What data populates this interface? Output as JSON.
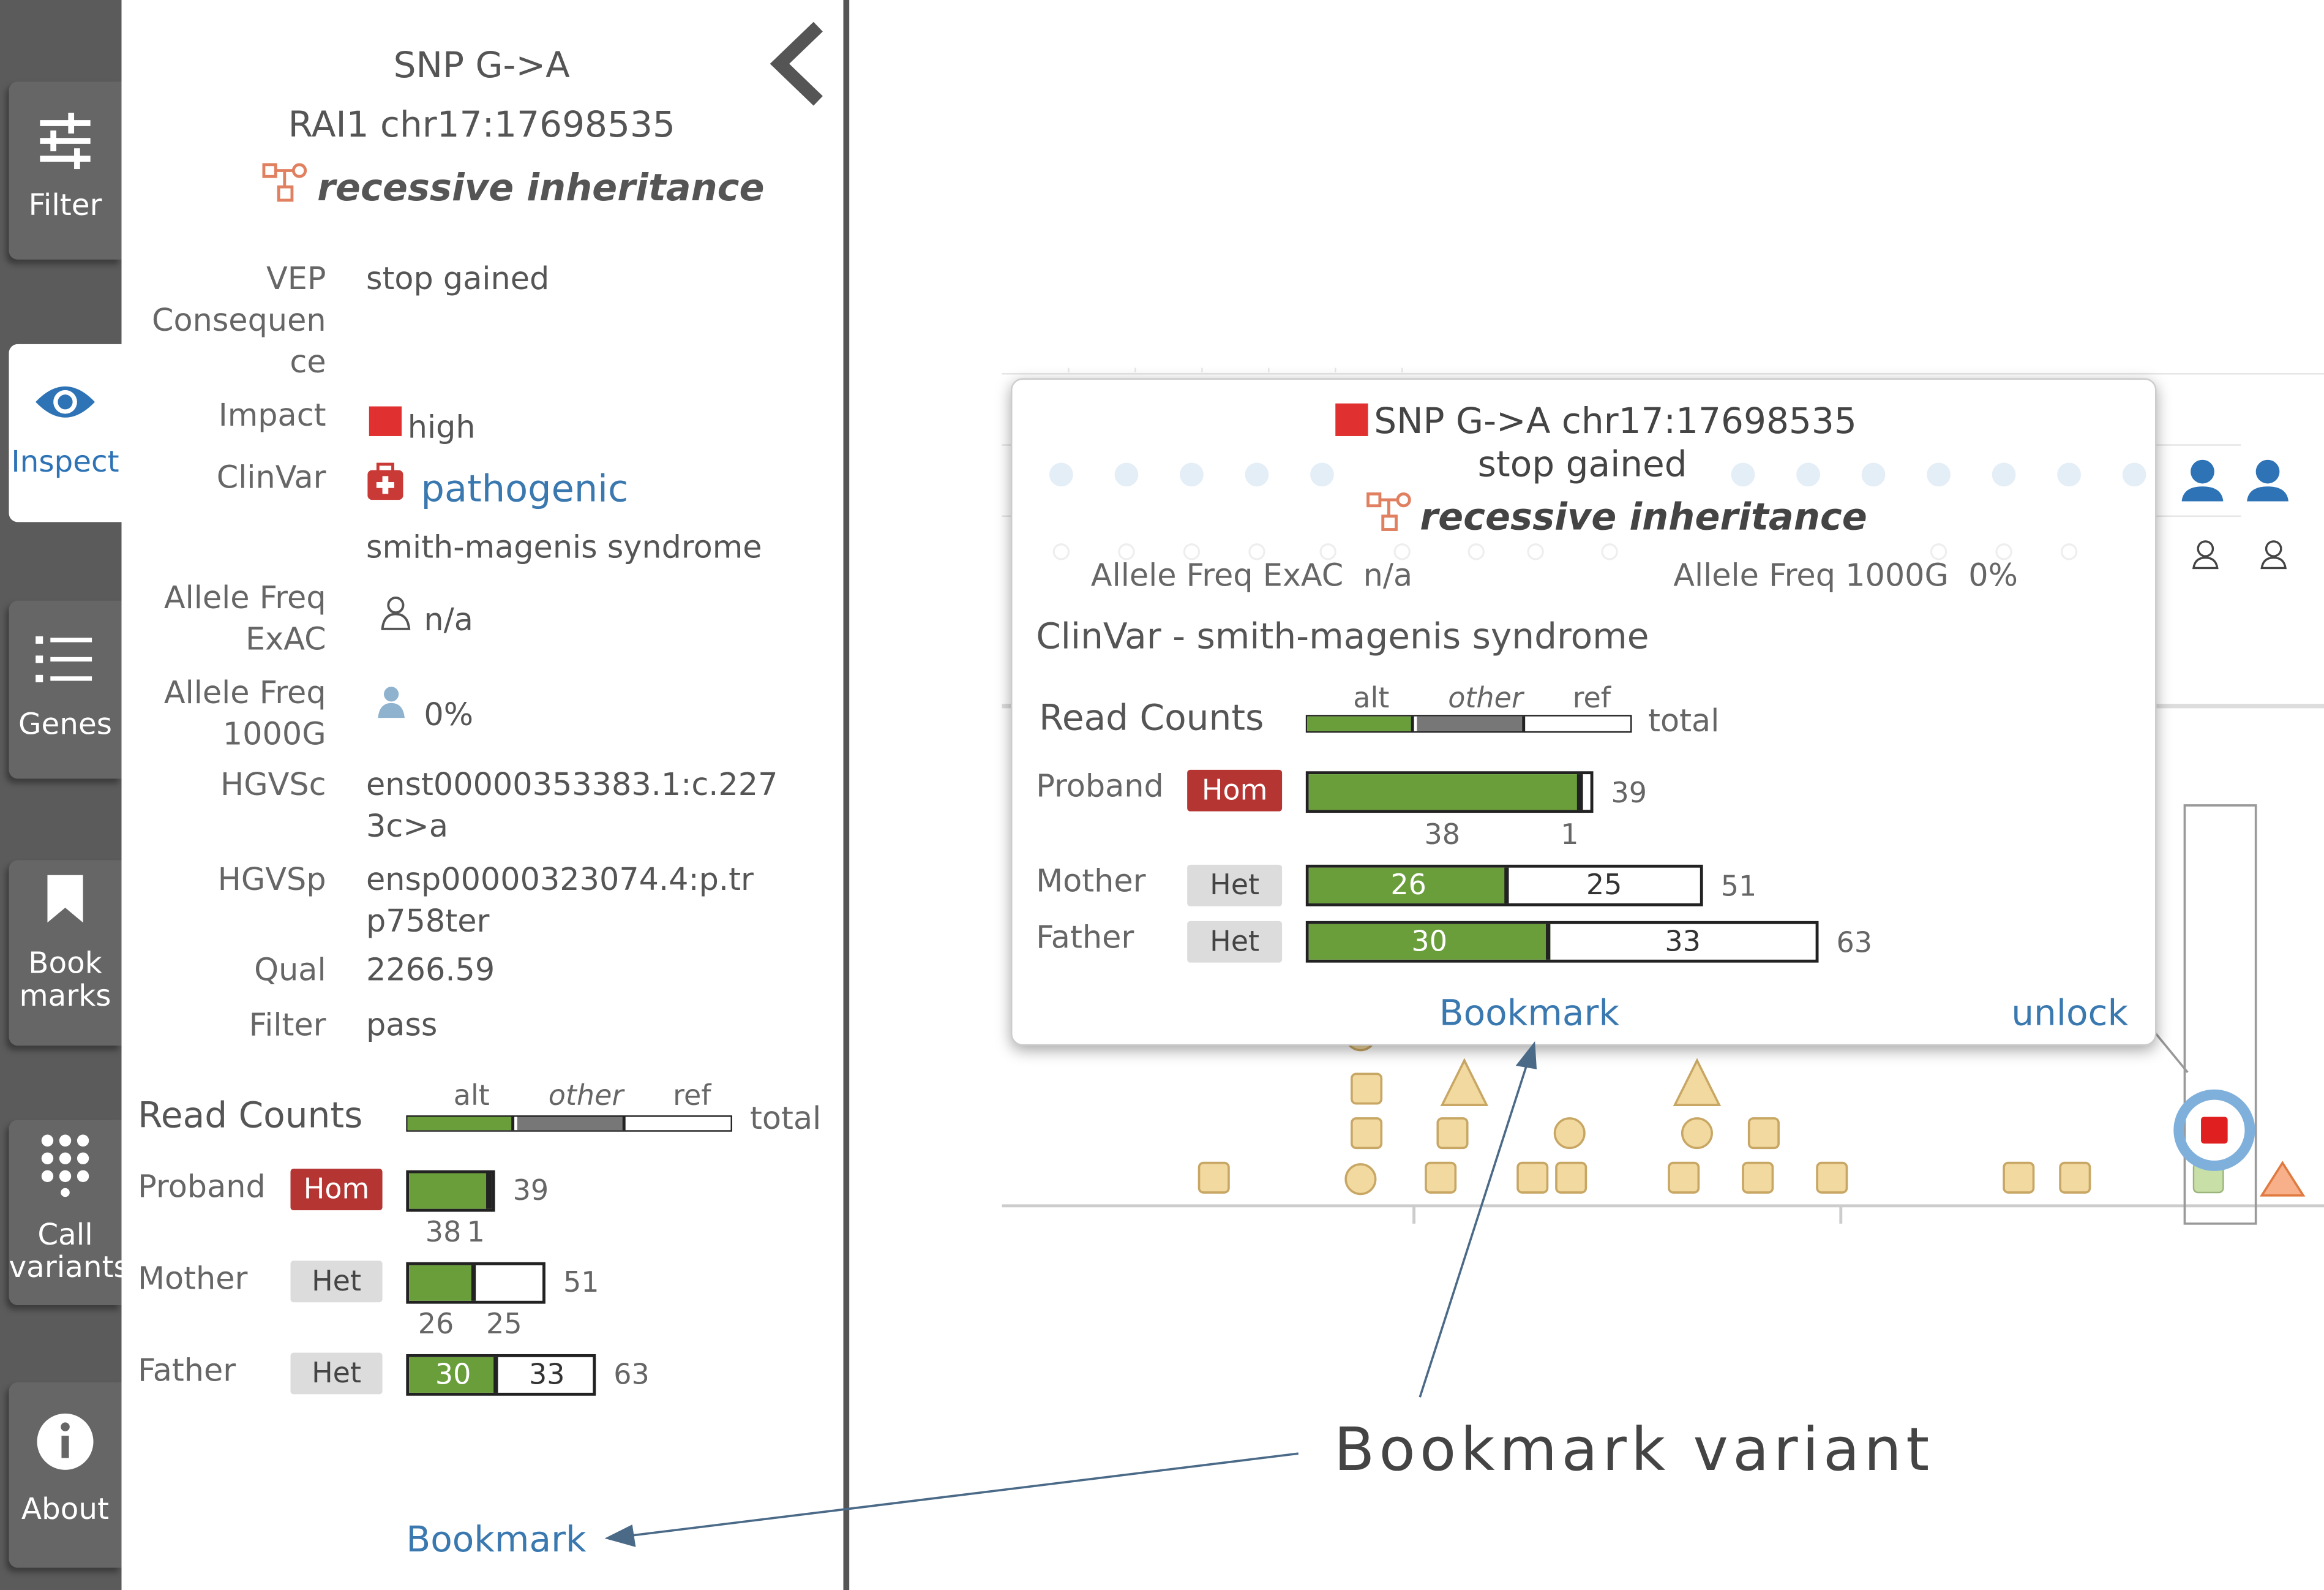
{
  "nav": {
    "filter": "Filter",
    "inspect": "Inspect",
    "genes": "Genes",
    "bookmarks": "Book\nmarks",
    "call_variants": "Call\nvariants",
    "about": "About"
  },
  "panel": {
    "title_line1": "SNP G->A",
    "title_line2": "RAI1 chr17:17698535",
    "inheritance": "recessive inheritance",
    "vep_label": "VEP\nConsequen\nce",
    "vep_value": "stop gained",
    "impact_label": "Impact",
    "impact_value": "high",
    "impact_color": "#e03030",
    "clinvar_label": "ClinVar",
    "clinvar_value": "pathogenic",
    "clinvar_phenotype": "smith-magenis syndrome",
    "af_exac_label": "Allele Freq\nExAC",
    "af_exac_value": "n/a",
    "af_1000g_label": "Allele Freq\n1000G",
    "af_1000g_value": "0%",
    "hgvsc_label": "HGVSc",
    "hgvsc_value": "enst00000353383.1:c.227\n3c>a",
    "hgvsp_label": "HGVSp",
    "hgvsp_value": "ensp00000323074.4:p.tr\np758ter",
    "qual_label": "Qual",
    "qual_value": "2266.59",
    "filter_label": "Filter",
    "filter_value": "pass",
    "read_counts_label": "Read Counts",
    "legend_alt": "alt",
    "legend_other": "other",
    "legend_ref": "ref",
    "legend_total": "total",
    "samples": [
      {
        "name": "Proband",
        "zygosity": "Hom",
        "alt": "38",
        "other": "1",
        "total": "39",
        "alt_fraction": 0.974
      },
      {
        "name": "Mother",
        "zygosity": "Het",
        "alt": "26",
        "ref": "25",
        "total": "51",
        "alt_fraction": 0.51
      },
      {
        "name": "Father",
        "zygosity": "Het",
        "alt": "30",
        "ref": "33",
        "total": "63",
        "alt_fraction": 0.476
      }
    ],
    "bookmark": "Bookmark"
  },
  "tooltip": {
    "title": "SNP G->A chr17:17698535",
    "consequence": "stop gained",
    "inheritance": "recessive inheritance",
    "af_exac": "Allele Freq ExAC  n/a",
    "af_1000g": "Allele Freq 1000G  0%",
    "clinvar": "ClinVar - smith-magenis syndrome",
    "read_counts_label": "Read Counts",
    "legend_alt": "alt",
    "legend_other": "other",
    "legend_ref": "ref",
    "legend_total": "total",
    "bookmark": "Bookmark",
    "unlock": "unlock"
  },
  "annotation": {
    "text": "Bookmark variant"
  },
  "colors": {
    "alt": "#6a9e3a",
    "other": "#777777",
    "hom": "#b53533",
    "het": "#dcdcdc",
    "link": "#3a78b0",
    "marker": "#f2d9a0"
  }
}
